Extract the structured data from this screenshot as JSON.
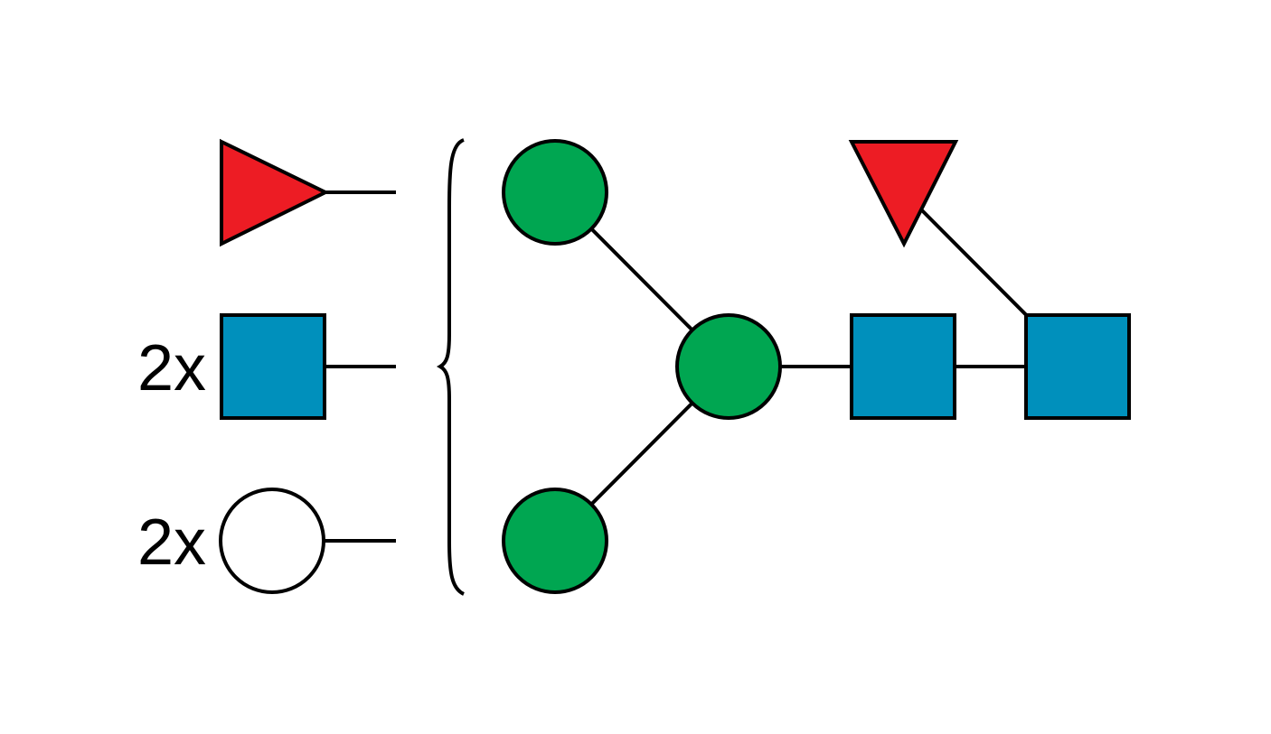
{
  "colors": {
    "fucose": "#ED1C24",
    "n_acetylglucosamine": "#0090BC",
    "mannose": "#00A651",
    "hexose_unknown": "#FFFFFF",
    "line": "#000000"
  },
  "antenna_legend": [
    {
      "icon": "triangle-icon",
      "multiplier": ""
    },
    {
      "icon": "square-icon",
      "multiplier": "2x"
    },
    {
      "icon": "circle-icon",
      "multiplier": "2x"
    }
  ],
  "residues": [
    {
      "id": "man-upper",
      "shape": "circle",
      "color_key": "mannose"
    },
    {
      "id": "man-lower",
      "shape": "circle",
      "color_key": "mannose"
    },
    {
      "id": "man-core",
      "shape": "circle",
      "color_key": "mannose"
    },
    {
      "id": "glcnac-1",
      "shape": "square",
      "color_key": "n_acetylglucosamine"
    },
    {
      "id": "glcnac-2",
      "shape": "square",
      "color_key": "n_acetylglucosamine"
    },
    {
      "id": "fuc-core",
      "shape": "triangle-down",
      "color_key": "fucose"
    }
  ]
}
